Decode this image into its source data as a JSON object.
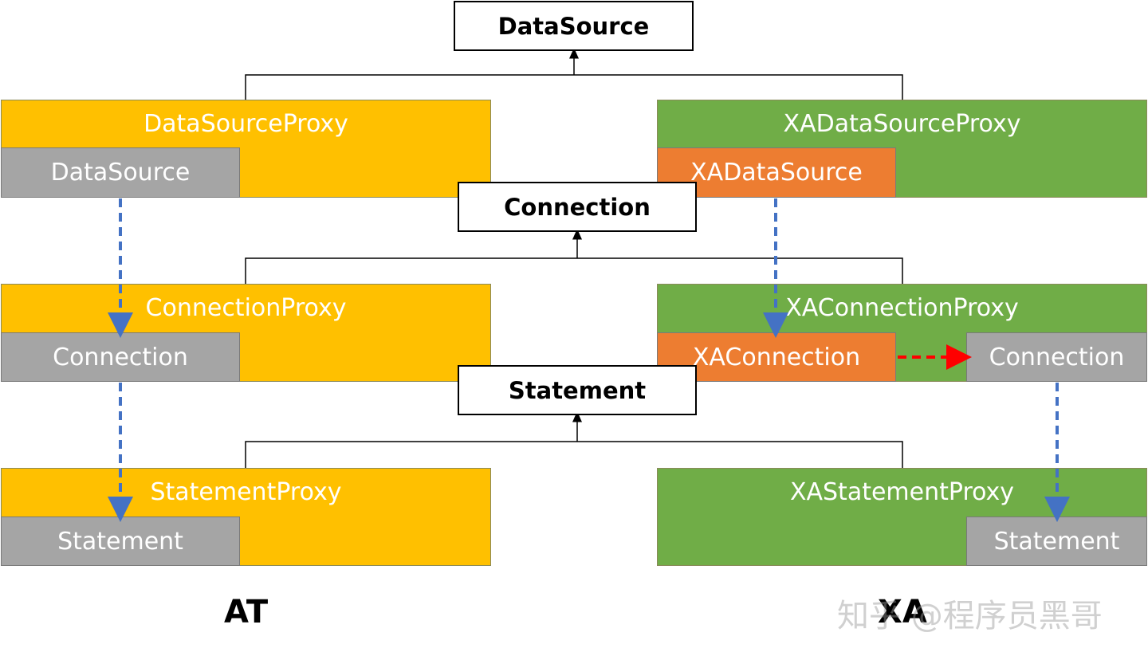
{
  "colors": {
    "proxy_at": "#FFC000",
    "proxy_xa": "#70AD47",
    "inner_gray": "#A5A5A5",
    "inner_orange": "#ED7D31",
    "arrow_blue": "#4472C4",
    "arrow_red": "#FF0000"
  },
  "interfaces": {
    "datasource": "DataSource",
    "connection": "Connection",
    "statement": "Statement"
  },
  "at": {
    "datasource_proxy": {
      "title": "DataSourceProxy",
      "inner": "DataSource"
    },
    "connection_proxy": {
      "title": "ConnectionProxy",
      "inner": "Connection"
    },
    "statement_proxy": {
      "title": "StatementProxy",
      "inner": "Statement"
    },
    "label": "AT"
  },
  "xa": {
    "datasource_proxy": {
      "title": "XADataSourceProxy",
      "inner": "XADataSource"
    },
    "connection_proxy": {
      "title": "XAConnectionProxy",
      "inner": "XAConnection",
      "inner2": "Connection"
    },
    "statement_proxy": {
      "title": "XAStatementProxy",
      "inner": "Statement"
    },
    "label": "XA"
  },
  "watermark": "知乎 @程序员黑哥"
}
